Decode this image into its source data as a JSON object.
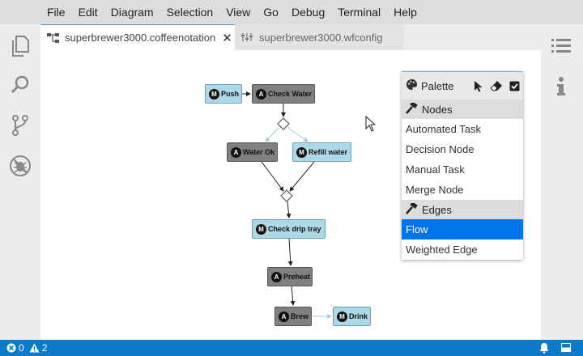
{
  "menu": [
    "File",
    "Edit",
    "Diagram",
    "Selection",
    "View",
    "Go",
    "Debug",
    "Terminal",
    "Help"
  ],
  "tabs": [
    {
      "label": "superbrewer3000.coffeenotation",
      "icon": "diagram-icon",
      "close": "✕"
    },
    {
      "label": "superbrewer3000.wfconfig",
      "icon": "config-icon"
    }
  ],
  "diagram": {
    "nodes": {
      "push": {
        "badge": "M",
        "label": "Push"
      },
      "check_water": {
        "badge": "A",
        "label": "Check Water"
      },
      "water_ok": {
        "badge": "A",
        "label": "Water Ok"
      },
      "refill_water": {
        "badge": "M",
        "label": "Refill water"
      },
      "check_drip_tray": {
        "badge": "M",
        "label": "Check drip tray"
      },
      "preheat": {
        "badge": "A",
        "label": "Preheat"
      },
      "brew": {
        "badge": "A",
        "label": "Brew"
      },
      "drink": {
        "badge": "M",
        "label": "Drink"
      }
    },
    "colors": {
      "manual": "#add8e6",
      "automated": "#808080"
    }
  },
  "palette": {
    "title": "Palette",
    "tools": [
      "pointer-icon",
      "eraser-icon",
      "checkbox-icon"
    ],
    "groups": [
      {
        "label": "Nodes",
        "items": [
          "Automated Task",
          "Decision Node",
          "Manual Task",
          "Merge Node"
        ]
      },
      {
        "label": "Edges",
        "items": [
          "Flow",
          "Weighted Edge"
        ]
      }
    ],
    "selected": "Flow"
  },
  "status": {
    "errors": "0",
    "warnings": "2"
  },
  "colors": {
    "statusbar": "#0c7ac9",
    "selection": "#0074e8"
  }
}
